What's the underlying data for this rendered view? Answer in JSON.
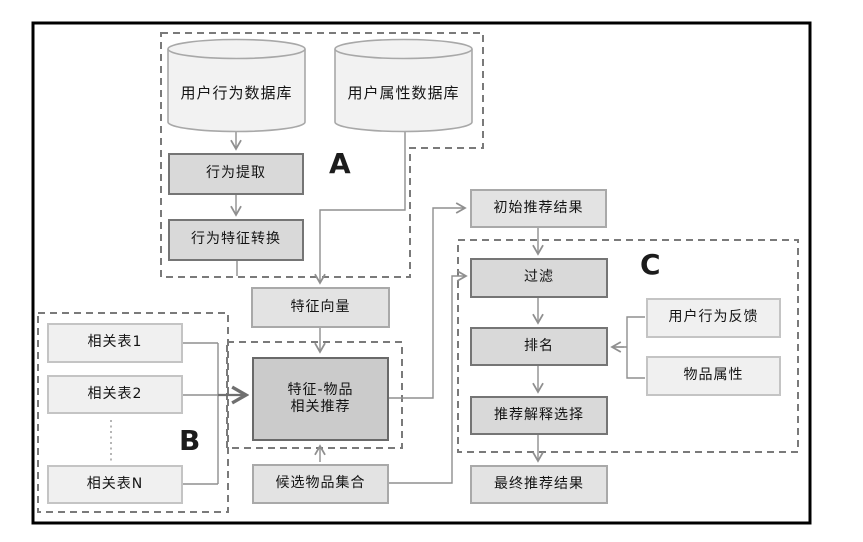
{
  "sections": {
    "a": "A",
    "b": "B",
    "c": "C"
  },
  "nodes": {
    "user_behavior_db": "用户行为数据库",
    "user_attribute_db": "用户属性数据库",
    "behavior_extraction": "行为提取",
    "behavior_feature_conversion": "行为特征转换",
    "feature_vector": "特征向量",
    "related_table_1": "相关表1",
    "related_table_2": "相关表2",
    "related_table_n": "相关表N",
    "feature_item_reco_line1": "特征-物品",
    "feature_item_reco_line2": "相关推荐",
    "candidate_item_set": "候选物品集合",
    "initial_reco_result": "初始推荐结果",
    "filter": "过滤",
    "ranking": "排名",
    "reco_explanation_selection": "推荐解释选择",
    "final_reco_result": "最终推荐结果",
    "user_behavior_feedback": "用户行为反馈",
    "item_attribute": "物品属性"
  },
  "colors": {
    "frame": "#000000",
    "dashed_border": "#7a7a7a",
    "connector": "#8f8f8f",
    "process_fill": "#d9d9d9",
    "process_border": "#757575",
    "core_fill": "#cbcbcb",
    "io_fill": "#e3e3e3",
    "light_fill": "#f0f0f0",
    "cylinder_fill": "#f2f2f2"
  }
}
